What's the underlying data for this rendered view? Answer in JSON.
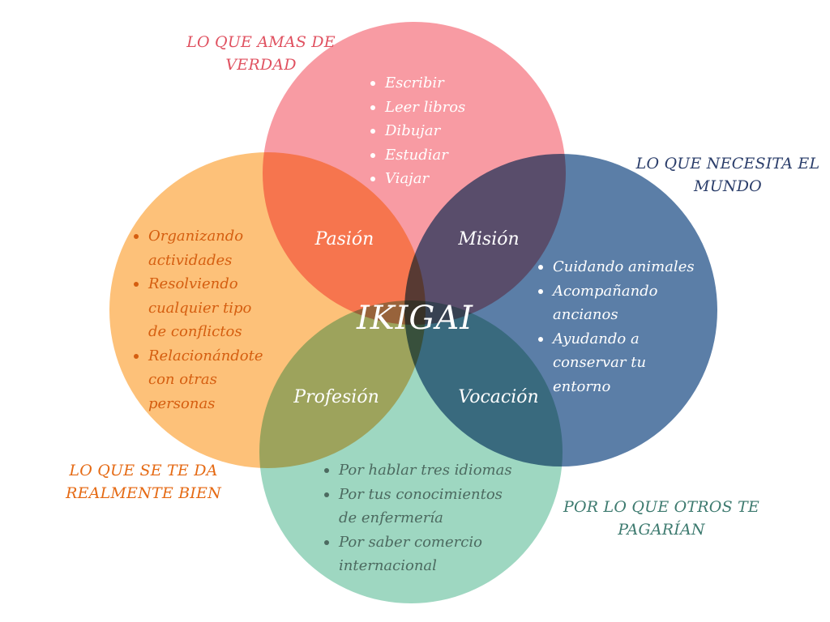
{
  "title": "IKIGAI",
  "colors": {
    "love": "#f89ba3",
    "skill": "#fdc179",
    "world": "#5b7ea7",
    "paid": "#9ed7c1",
    "love_text": "#e05261",
    "skill_text": "#e56a14",
    "world_text": "#2a3d6a",
    "paid_text": "#3d7a6f",
    "list_light": "#ffffff",
    "list_skill": "#d55e10",
    "list_paid": "#4c6a60"
  },
  "categories": {
    "love": {
      "heading": "LO QUE AMAS DE\nVERDAD",
      "items": [
        "Escribir",
        "Leer libros",
        "Dibujar",
        "Estudiar",
        "Viajar"
      ]
    },
    "world": {
      "heading": "LO QUE NECESITA EL\nMUNDO",
      "items": [
        "Cuidando animales",
        "Acompañando ancianos",
        "Ayudando a conservar tu entorno"
      ]
    },
    "skill": {
      "heading": "LO QUE SE TE DA\nREALMENTE BIEN",
      "items": [
        "Organizando actividades",
        "Resolviendo cualquier tipo de conflictos",
        "Relacionándote con otras personas"
      ]
    },
    "paid": {
      "heading": "POR LO QUE OTROS TE\nPAGARÍAN",
      "items": [
        "Por hablar tres idiomas",
        "Por tus conocimientos de enfermería",
        "Por saber comercio internacional"
      ]
    }
  },
  "intersections": {
    "passion": "Pasión",
    "mission": "Misión",
    "profession": "Profesión",
    "vocation": "Vocación"
  }
}
